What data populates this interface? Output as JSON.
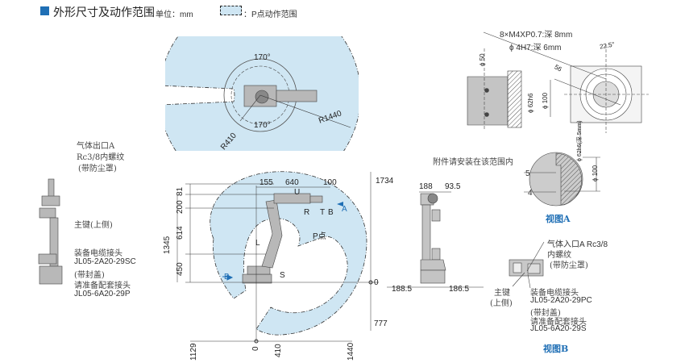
{
  "header": {
    "title": "外形尺寸及动作范围",
    "unit": "单位：mm",
    "legend": "：P点动作范围"
  },
  "colors": {
    "accent": "#1f6fb5",
    "range_fill": "#cfe6f3",
    "robot": "#b8b8b8"
  },
  "top_view": {
    "angle_upper": "170°",
    "angle_lower": "170°",
    "r_inner": "R410",
    "r_outer": "R1440"
  },
  "side_view": {
    "dims_top": [
      "155",
      "640",
      "100"
    ],
    "dims_left": [
      "81",
      "200",
      "614",
      "450",
      "1345"
    ],
    "dims_right": [
      "1734",
      "0",
      "777"
    ],
    "dims_bottom": [
      "1129",
      "0",
      "410",
      "1440"
    ],
    "axes": [
      "U",
      "R",
      "T",
      "B",
      "L",
      "S"
    ],
    "p_point": "P点",
    "arrow_a": "A",
    "arrow_b": "B"
  },
  "left_view": {
    "gas_outlet": [
      "气体出口A",
      "Rc3/8内螺纹",
      "(带防尘罩)"
    ],
    "main_key": "主键(上侧)",
    "connector": [
      "装备电缆接头",
      "JL05-2A20-29SC",
      "(带封盖)",
      "请准备配套接头",
      "JL05-6A20-29P"
    ]
  },
  "front_view": {
    "dims": [
      "188",
      "93.5",
      "188.5",
      "186.5"
    ]
  },
  "view_a": {
    "holes": "8×M4XP0.7:深 8mm",
    "pin": "ϕ 4H7:深 6mm",
    "angle": "22.5°",
    "pcd": "56",
    "d50": "ϕ 50",
    "d62": "ϕ 62h6",
    "d100": "ϕ 100",
    "d62_depth": "ϕ 62h6(深 5mm)",
    "d100b": "ϕ 100",
    "note": "附件请安装在该范围内",
    "dim5": "5",
    "dim4": "4",
    "title": "视图A"
  },
  "view_b": {
    "gas_inlet": [
      "气体入口A Rc3/8",
      "内螺纹",
      "(带防尘罩)"
    ],
    "main_key": [
      "主键",
      "(上侧)"
    ],
    "connector": [
      "装备电缆接头",
      "JL05-2A20-29PC",
      "(带封盖)",
      "请准备配套接头",
      "JL05-6A20-29S"
    ],
    "title": "视图B"
  }
}
